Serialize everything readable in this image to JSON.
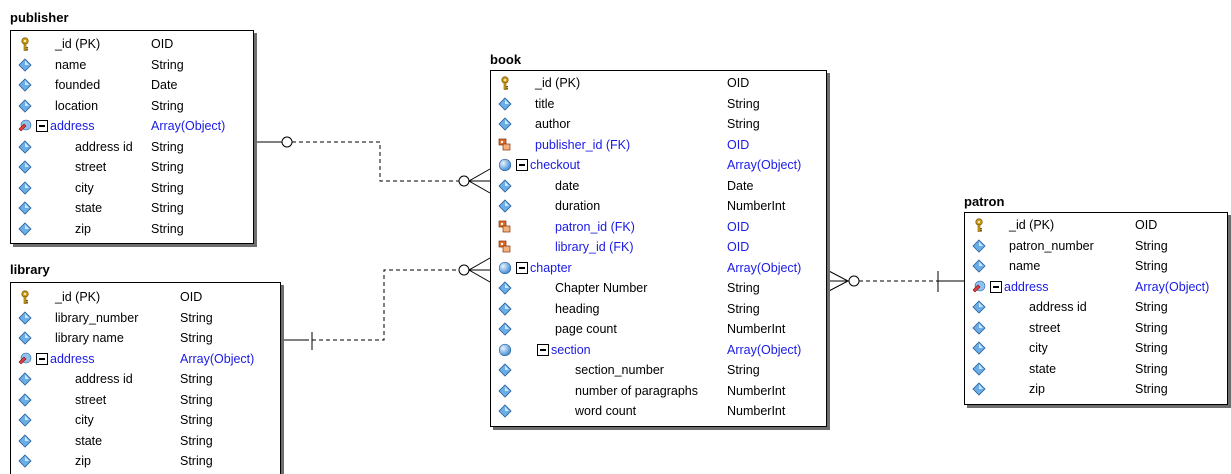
{
  "entities": {
    "publisher": {
      "title": "publisher",
      "fields": [
        {
          "name": "_id (PK)",
          "type": "OID",
          "icon": "primary-key-icon"
        },
        {
          "name": "name",
          "type": "String",
          "icon": "attribute-diamond-icon"
        },
        {
          "name": "founded",
          "type": "Date",
          "icon": "attribute-diamond-icon"
        },
        {
          "name": "location",
          "type": "String",
          "icon": "attribute-diamond-icon"
        },
        {
          "name": "address",
          "type": "Array(Object)",
          "icon": "array-object-icon"
        },
        {
          "name": "address id",
          "type": "String",
          "icon": "attribute-diamond-icon"
        },
        {
          "name": "street",
          "type": "String",
          "icon": "attribute-diamond-icon"
        },
        {
          "name": "city",
          "type": "String",
          "icon": "attribute-diamond-icon"
        },
        {
          "name": "state",
          "type": "String",
          "icon": "attribute-diamond-icon"
        },
        {
          "name": "zip",
          "type": "String",
          "icon": "attribute-diamond-icon"
        }
      ]
    },
    "library": {
      "title": "library",
      "fields": [
        {
          "name": "_id (PK)",
          "type": "OID",
          "icon": "primary-key-icon"
        },
        {
          "name": "library_number",
          "type": "String",
          "icon": "attribute-diamond-icon"
        },
        {
          "name": "library name",
          "type": "String",
          "icon": "attribute-diamond-icon"
        },
        {
          "name": "address",
          "type": "Array(Object)",
          "icon": "array-object-icon"
        },
        {
          "name": "address id",
          "type": "String",
          "icon": "attribute-diamond-icon"
        },
        {
          "name": "street",
          "type": "String",
          "icon": "attribute-diamond-icon"
        },
        {
          "name": "city",
          "type": "String",
          "icon": "attribute-diamond-icon"
        },
        {
          "name": "state",
          "type": "String",
          "icon": "attribute-diamond-icon"
        },
        {
          "name": "zip",
          "type": "String",
          "icon": "attribute-diamond-icon"
        }
      ]
    },
    "book": {
      "title": "book",
      "fields": [
        {
          "name": "_id (PK)",
          "type": "OID",
          "icon": "primary-key-icon"
        },
        {
          "name": "title",
          "type": "String",
          "icon": "attribute-diamond-icon"
        },
        {
          "name": "author",
          "type": "String",
          "icon": "attribute-diamond-icon"
        },
        {
          "name": "publisher_id (FK)",
          "type": "OID",
          "icon": "foreign-key-icon"
        },
        {
          "name": "checkout",
          "type": "Array(Object)",
          "icon": "object-sphere-icon"
        },
        {
          "name": "date",
          "type": "Date",
          "icon": "attribute-diamond-icon"
        },
        {
          "name": "duration",
          "type": "NumberInt",
          "icon": "attribute-diamond-icon"
        },
        {
          "name": "patron_id (FK)",
          "type": "OID",
          "icon": "foreign-key-icon"
        },
        {
          "name": "library_id (FK)",
          "type": "OID",
          "icon": "foreign-key-icon"
        },
        {
          "name": "chapter",
          "type": "Array(Object)",
          "icon": "object-sphere-icon"
        },
        {
          "name": "Chapter Number",
          "type": "String",
          "icon": "attribute-diamond-icon"
        },
        {
          "name": "heading",
          "type": "String",
          "icon": "attribute-diamond-icon"
        },
        {
          "name": "page count",
          "type": "NumberInt",
          "icon": "attribute-diamond-icon"
        },
        {
          "name": "section",
          "type": "Array(Object)",
          "icon": "object-sphere-icon"
        },
        {
          "name": "section_number",
          "type": "String",
          "icon": "attribute-diamond-icon"
        },
        {
          "name": "number of paragraphs",
          "type": "NumberInt",
          "icon": "attribute-diamond-icon"
        },
        {
          "name": "word count",
          "type": "NumberInt",
          "icon": "attribute-diamond-icon"
        }
      ]
    },
    "patron": {
      "title": "patron",
      "fields": [
        {
          "name": "_id (PK)",
          "type": "OID",
          "icon": "primary-key-icon"
        },
        {
          "name": "patron_number",
          "type": "String",
          "icon": "attribute-diamond-icon"
        },
        {
          "name": "name",
          "type": "String",
          "icon": "attribute-diamond-icon"
        },
        {
          "name": "address",
          "type": "Array(Object)",
          "icon": "array-object-icon"
        },
        {
          "name": "address id",
          "type": "String",
          "icon": "attribute-diamond-icon"
        },
        {
          "name": "street",
          "type": "String",
          "icon": "attribute-diamond-icon"
        },
        {
          "name": "city",
          "type": "String",
          "icon": "attribute-diamond-icon"
        },
        {
          "name": "state",
          "type": "String",
          "icon": "attribute-diamond-icon"
        },
        {
          "name": "zip",
          "type": "String",
          "icon": "attribute-diamond-icon"
        }
      ]
    }
  },
  "colors": {
    "reference_text": "#1a1ae6",
    "diamond_fill": "#6aaee8",
    "key_gold": "#d4a017",
    "fk_orange": "#e06a20"
  }
}
